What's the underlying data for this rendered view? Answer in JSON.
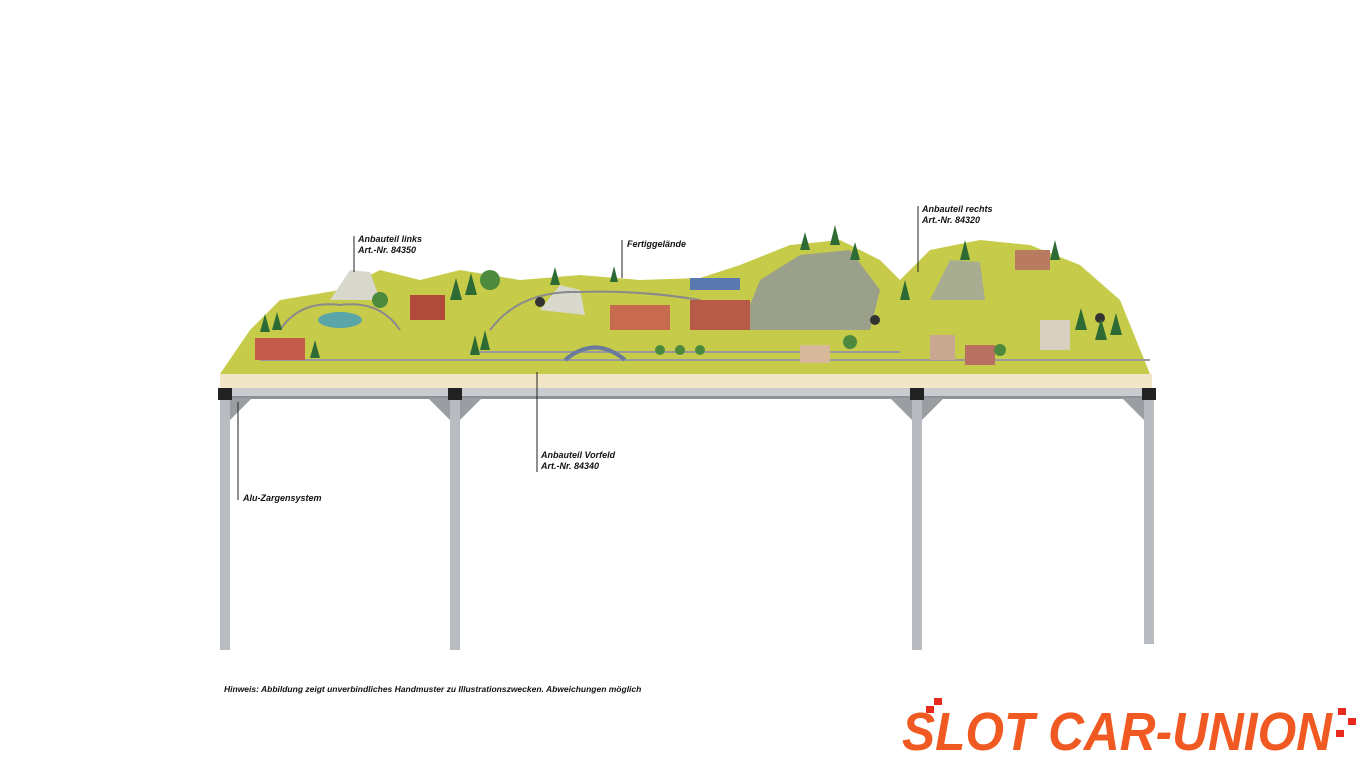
{
  "labels": {
    "left_name": "Anbauteil links",
    "left_art": "Art.-Nr. 84350",
    "center_name": "Fertiggelände",
    "right_name": "Anbauteil rechts",
    "right_art": "Art.-Nr. 84320",
    "front_name": "Anbauteil Vorfeld",
    "front_art": "Art.-Nr. 84340",
    "frame_name": "Alu-Zargensystem"
  },
  "note": "Hinweis: Abbildung zeigt unverbindliches Handmuster zu Illustrationszwecken. Abweichungen möglich",
  "brand": {
    "text": "SLOT CAR-UNION",
    "color": "#f05a22",
    "accent": "#e8291c"
  },
  "colors": {
    "grass": "#c6cc4a",
    "rock": "#9aa08a",
    "frame": "#b0b4b8",
    "wood": "#f2e6c8"
  }
}
